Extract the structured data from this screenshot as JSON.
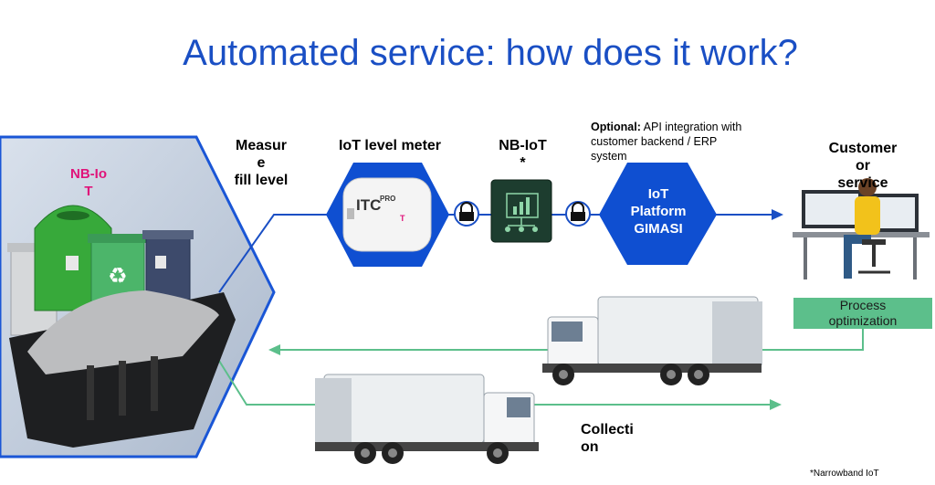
{
  "title": "Automated service: how does it work?",
  "labels": {
    "measure": [
      "Measur",
      "e",
      "fill level"
    ],
    "meter": "IoT level meter",
    "nbiot": [
      "NB-IoT",
      "*"
    ],
    "bin_tag": [
      "NB-Io",
      "T"
    ],
    "customer": [
      "Customer",
      "or",
      "service"
    ],
    "collection": [
      "Collecti",
      "on"
    ]
  },
  "optional": {
    "bold": "Optional:",
    "text_1": " API integration with",
    "text_2": "customer backend / ERP",
    "text_3": "system"
  },
  "platform": [
    "IoT",
    "Platform",
    "GIMASI"
  ],
  "device_brand": "ITC",
  "device_sup": "PRO",
  "process": [
    "Process",
    "optimization"
  ],
  "footnote": "*Narrowband IoT",
  "colors": {
    "title": "#1a4fc4",
    "hex_blue": "#0f4fd1",
    "flow_line": "#1a4fc4",
    "return_line": "#5cbf8b",
    "nbiot_tag": "#e0137a"
  },
  "icons": [
    "lock-icon",
    "chart-chip-icon",
    "recycle-icon",
    "truck-icon",
    "desk-worker-icon"
  ]
}
